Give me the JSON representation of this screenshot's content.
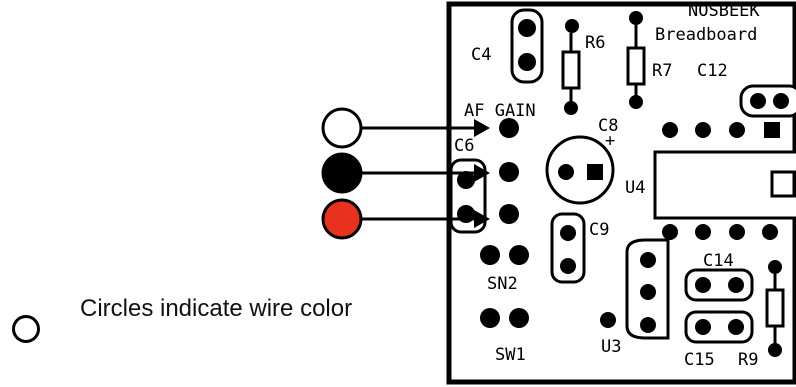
{
  "board": {
    "header_text": "NOSBEEK",
    "breadboard_label": "Breadboard",
    "labels": {
      "c4": "C4",
      "r6": "R6",
      "r7": "R7",
      "c12": "C12",
      "af_gain": "AF GAIN",
      "c8": "C8",
      "c6": "C6",
      "u4": "U4",
      "c9": "C9",
      "c14": "C14",
      "sn2": "SN2",
      "sw1": "SW1",
      "u3": "U3",
      "c15": "C15",
      "r9": "R9"
    }
  },
  "wire_markers": [
    {
      "color_name": "white",
      "fill": "#ffffff"
    },
    {
      "color_name": "black",
      "fill": "#000000"
    },
    {
      "color_name": "red",
      "fill": "#e8321e"
    }
  ],
  "legend": {
    "text": "Circles indicate wire color"
  }
}
